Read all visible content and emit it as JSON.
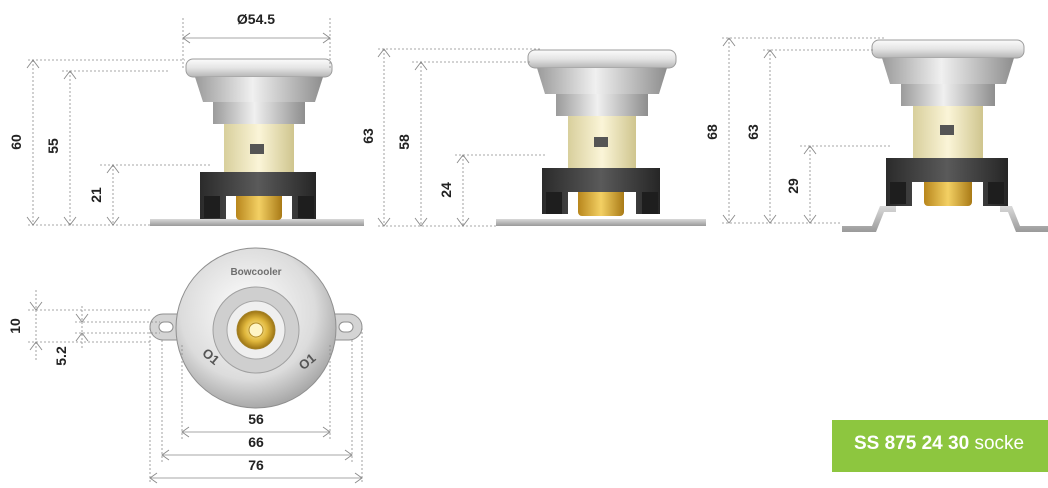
{
  "product": {
    "code": "SS 875 24 30",
    "suffix": "socke",
    "banner_color": "#8dc63f"
  },
  "brand_mark": "Bowcooler",
  "views": [
    {
      "name": "side-view-1",
      "width_label": "Ø54.5",
      "overall_height": "60",
      "mid_height": "55",
      "base_height": "21"
    },
    {
      "name": "side-view-2",
      "overall_height": "63",
      "mid_height": "58",
      "base_height": "24"
    },
    {
      "name": "side-view-3",
      "overall_height": "68",
      "mid_height": "63",
      "base_height": "29"
    }
  ],
  "top_view": {
    "flange_thickness": "10",
    "hole_offset": "5.2",
    "width_inner": "56",
    "width_mid": "66",
    "width_outer": "76",
    "terminal_labels": [
      "O1",
      "O1"
    ]
  },
  "colors": {
    "dimension_lines": "#8a8a8a",
    "dimension_text": "#222222",
    "bayonet_housing": "#3f3f3f",
    "brass_core": "#d8b13a",
    "ceramic_collar": "#f1e9bf"
  }
}
